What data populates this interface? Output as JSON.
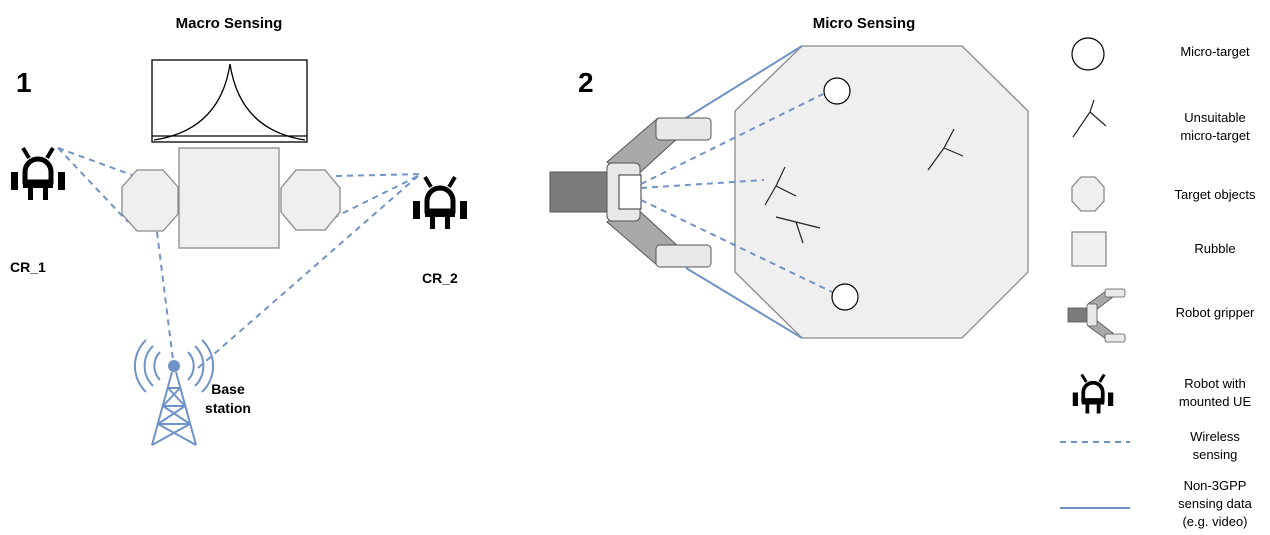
{
  "macro": {
    "title": "Macro Sensing",
    "number": "1",
    "robot1_label": "CR_1",
    "robot2_label": "CR_2",
    "base_station_label": [
      "Base",
      "station"
    ]
  },
  "micro": {
    "title": "Micro Sensing",
    "number": "2"
  },
  "legend": {
    "items": [
      {
        "icon": "micro-target-icon",
        "lines": [
          "Micro-target"
        ]
      },
      {
        "icon": "unsuitable-micro-target-icon",
        "lines": [
          "Unsuitable",
          "micro-target"
        ]
      },
      {
        "icon": "target-object-icon",
        "lines": [
          "Target objects"
        ]
      },
      {
        "icon": "rubble-icon",
        "lines": [
          "Rubble"
        ]
      },
      {
        "icon": "robot-gripper-icon",
        "lines": [
          "Robot gripper"
        ]
      },
      {
        "icon": "robot-ue-icon",
        "lines": [
          "Robot with",
          "mounted UE"
        ]
      },
      {
        "icon": "dashed-line-icon",
        "lines": [
          "Wireless",
          "sensing"
        ]
      },
      {
        "icon": "solid-line-icon",
        "lines": [
          "Non-3GPP",
          "sensing data",
          "(e.g. video)"
        ]
      }
    ]
  },
  "colors": {
    "link": "#6f93c6",
    "object_fill": "#efefef",
    "gripper_dark": "#7c7c7c",
    "gripper_mid": "#a8a8a8"
  }
}
